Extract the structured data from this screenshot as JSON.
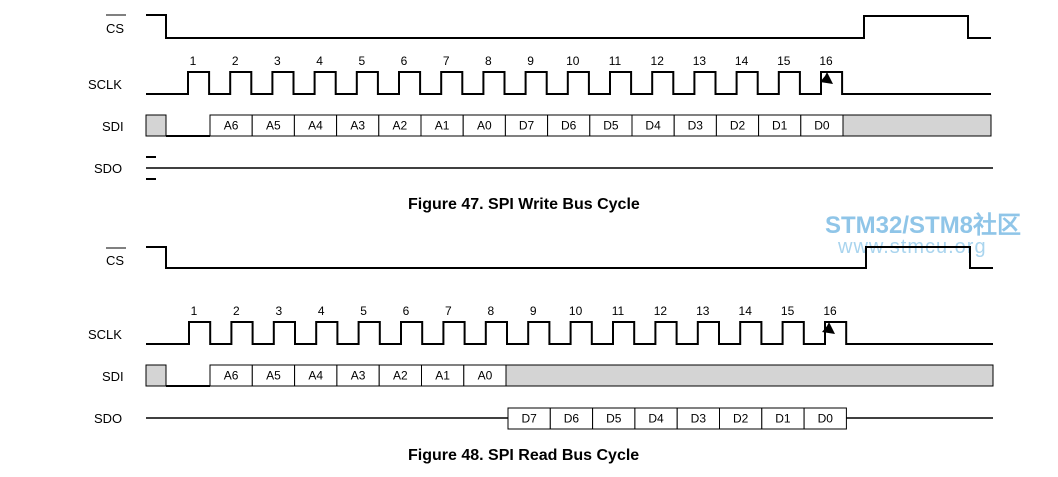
{
  "figures": [
    {
      "caption": "Figure 47.  SPI Write Bus Cycle",
      "signals": {
        "cs": "CS",
        "sclk": "SCLK",
        "sdi": "SDI",
        "sdo": "SDO"
      },
      "clock_numbers": [
        "1",
        "2",
        "3",
        "4",
        "5",
        "6",
        "7",
        "8",
        "9",
        "10",
        "11",
        "12",
        "13",
        "14",
        "15",
        "16"
      ],
      "sdi_bits": [
        "A6",
        "A5",
        "A4",
        "A3",
        "A2",
        "A1",
        "A0",
        "D7",
        "D6",
        "D5",
        "D4",
        "D3",
        "D2",
        "D1",
        "D0"
      ],
      "sdo_bits": []
    },
    {
      "caption": "Figure 48.  SPI Read Bus Cycle",
      "signals": {
        "cs": "CS",
        "sclk": "SCLK",
        "sdi": "SDI",
        "sdo": "SDO"
      },
      "clock_numbers": [
        "1",
        "2",
        "3",
        "4",
        "5",
        "6",
        "7",
        "8",
        "9",
        "10",
        "11",
        "12",
        "13",
        "14",
        "15",
        "16"
      ],
      "sdi_bits": [
        "A6",
        "A5",
        "A4",
        "A3",
        "A2",
        "A1",
        "A0"
      ],
      "sdo_bits": [
        "D7",
        "D6",
        "D5",
        "D4",
        "D3",
        "D2",
        "D1",
        "D0"
      ]
    }
  ],
  "watermark": {
    "line1": "STM32/STM8社区",
    "line2": "www.stmcu.org"
  },
  "colors": {
    "line": "#000000",
    "shade": "#d4d4d4",
    "watermark": "#8fc5e8"
  }
}
